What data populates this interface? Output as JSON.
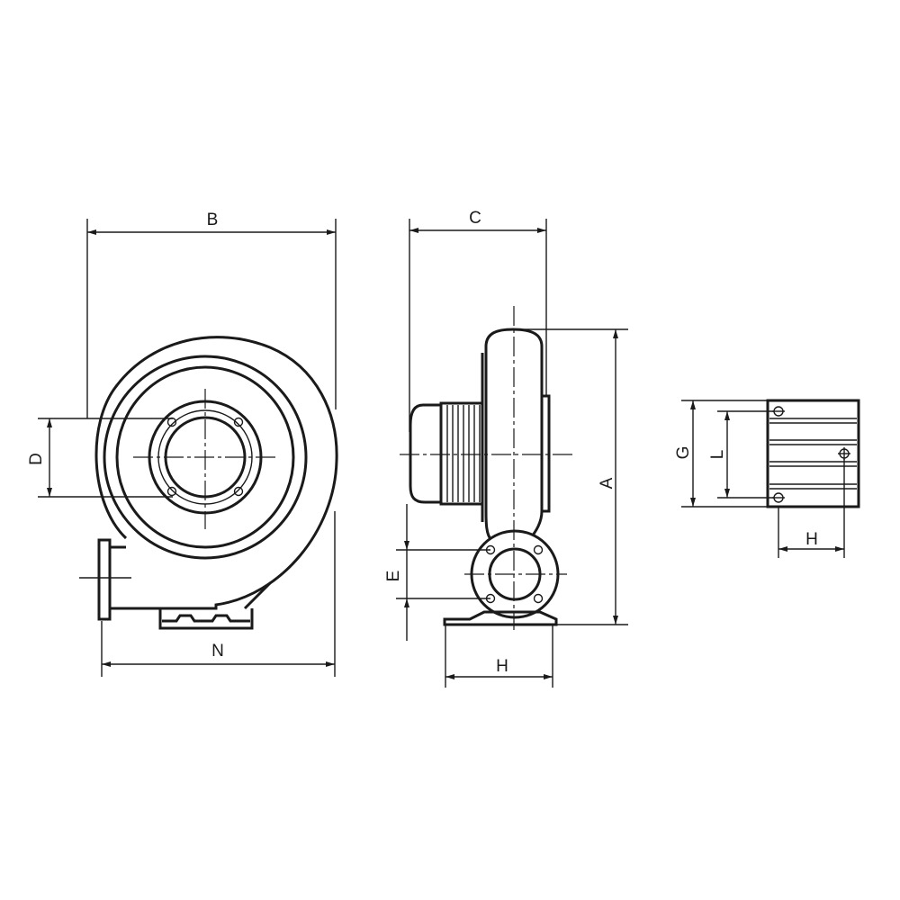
{
  "labels": {
    "A": "A",
    "B": "B",
    "C": "C",
    "D": "D",
    "E": "E",
    "G": "G",
    "H1": "H",
    "H2": "H",
    "L": "L",
    "N": "N"
  }
}
